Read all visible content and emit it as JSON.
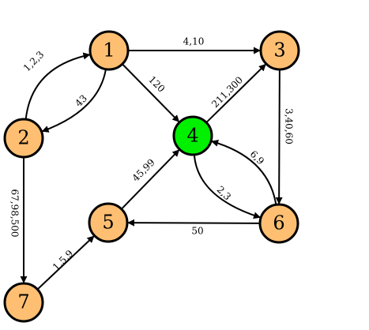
{
  "colors": {
    "default_node": "#FFBF72",
    "highlight_node": "#00F000",
    "region": "#E00000",
    "edge": "#000000"
  },
  "nodes": [
    {
      "id": "1",
      "label": "1",
      "highlight": false
    },
    {
      "id": "2",
      "label": "2",
      "highlight": false
    },
    {
      "id": "3",
      "label": "3",
      "highlight": false
    },
    {
      "id": "4",
      "label": "4",
      "highlight": true
    },
    {
      "id": "5",
      "label": "5",
      "highlight": false
    },
    {
      "id": "6",
      "label": "6",
      "highlight": false
    },
    {
      "id": "7",
      "label": "7",
      "highlight": false
    }
  ],
  "edges": [
    {
      "from": "2",
      "to": "1",
      "label": "1,2,3"
    },
    {
      "from": "1",
      "to": "2",
      "label": "43"
    },
    {
      "from": "1",
      "to": "3",
      "label": "4,10"
    },
    {
      "from": "1",
      "to": "4",
      "label": "120"
    },
    {
      "from": "4",
      "to": "3",
      "label": "211,300"
    },
    {
      "from": "3",
      "to": "6",
      "label": "3,40,60"
    },
    {
      "from": "6",
      "to": "4",
      "label": "6,9"
    },
    {
      "from": "4",
      "to": "6",
      "label": "2,3"
    },
    {
      "from": "6",
      "to": "5",
      "label": "50"
    },
    {
      "from": "5",
      "to": "4",
      "label": "45,99"
    },
    {
      "from": "2",
      "to": "7",
      "label": "67,98,500"
    },
    {
      "from": "7",
      "to": "5",
      "label": "1,5,9"
    }
  ]
}
